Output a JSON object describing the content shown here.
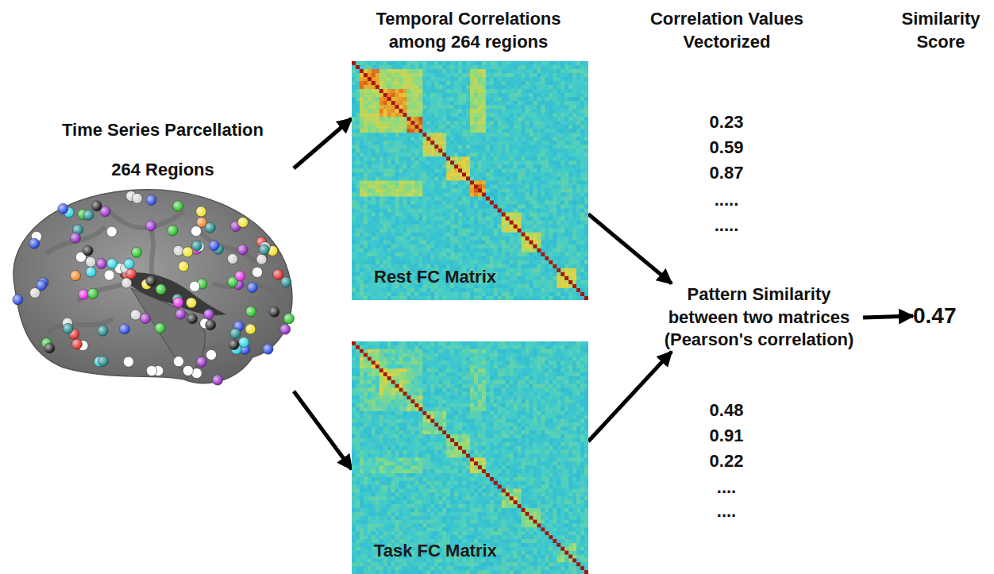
{
  "diagram": {
    "nodes": [
      {
        "text": [
          "Time Series Parcellation",
          "264 Regions"
        ]
      },
      {
        "text": [
          "Rest FC Matrix"
        ]
      },
      {
        "text": [
          "Task FC Matrix"
        ]
      },
      {
        "text": [
          "Pattern Similarity between two matrices (Pearson's correlation)"
        ]
      },
      {
        "text": [
          "0.47"
        ]
      }
    ],
    "edges": [
      {
        "from": 0,
        "to": 1,
        "arrow": "to"
      },
      {
        "from": 0,
        "to": 2,
        "arrow": "to"
      },
      {
        "from": 1,
        "to": 3,
        "arrow": "to"
      },
      {
        "from": 2,
        "to": 3,
        "arrow": "to"
      },
      {
        "from": 3,
        "to": 4,
        "arrow": "to"
      }
    ],
    "labels": [
      "Temporal Correlations among 264 regions",
      "Correlation Values Vectorized",
      "Similarity Score",
      "0.23",
      "0.59",
      "0.87",
      ".....",
      ".....",
      "0.48",
      "0.91",
      "0.22",
      "....",
      "...."
    ]
  }
}
